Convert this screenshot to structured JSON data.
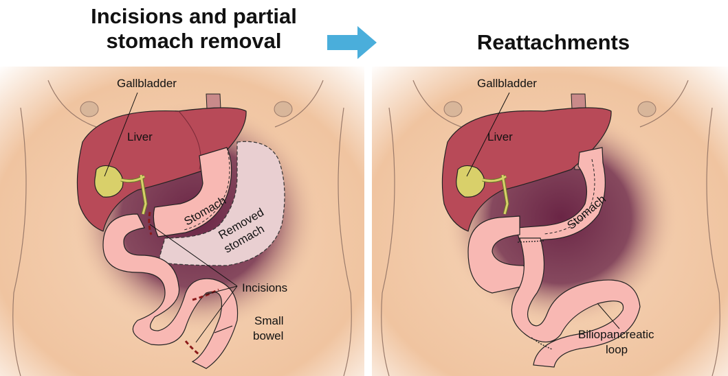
{
  "left_panel": {
    "title_line1": "Incisions and partial",
    "title_line2": "stomach removal",
    "labels": {
      "gallbladder": "Gallbladder",
      "liver": "Liver",
      "stomach": "Stomach",
      "removed_stomach_line1": "Removed",
      "removed_stomach_line2": "stomach",
      "incisions": "Incisions",
      "small_bowel_line1": "Small",
      "small_bowel_line2": "bowel"
    }
  },
  "right_panel": {
    "title": "Reattachments",
    "labels": {
      "gallbladder": "Gallbladder",
      "liver": "Liver",
      "stomach": "Stomach",
      "biliopancreatic_line1": "Biliopancreatic",
      "biliopancreatic_line2": "loop"
    }
  },
  "colors": {
    "arrow": "#4aaedb",
    "skin": "#f2c9a6",
    "liver": "#b84a58",
    "gallbladder": "#d9d06a",
    "bowel": "#f8b8b3",
    "removed_stomach": "#e9cfd1",
    "incision": "#8b1a1a",
    "shadow": "#6e2a47"
  }
}
